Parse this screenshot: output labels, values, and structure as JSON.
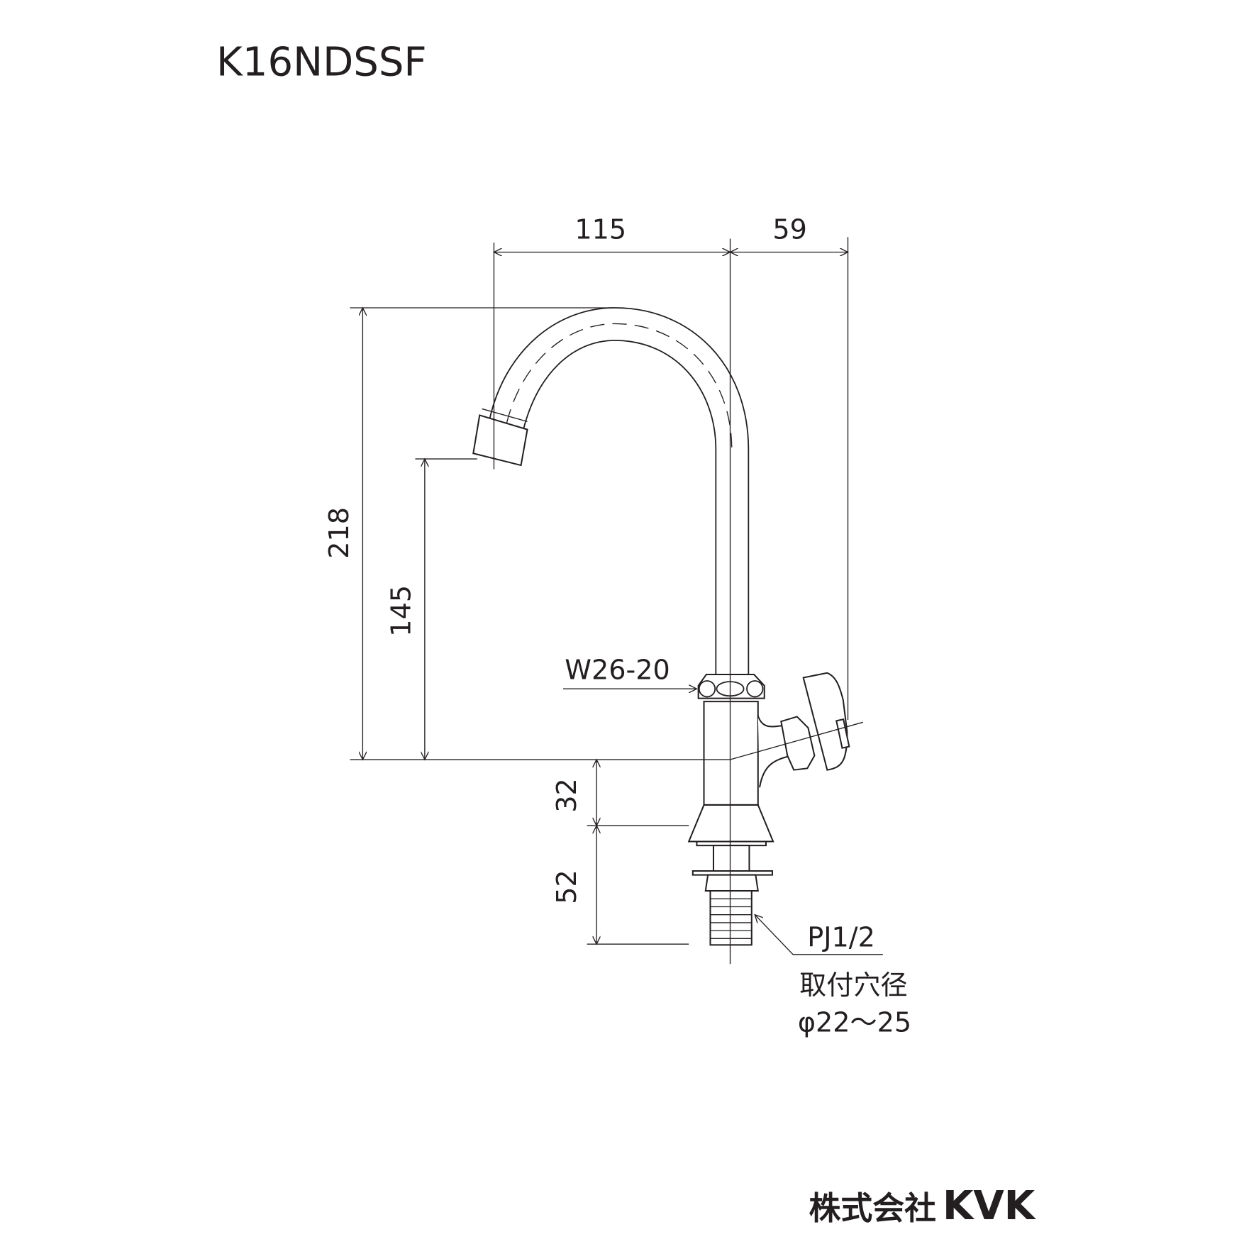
{
  "title": "K16NDSSF",
  "dimensions": {
    "spout_reach": "115",
    "handle_offset": "59",
    "total_height": "218",
    "spout_height": "145",
    "base_height": "32",
    "shank_length": "52"
  },
  "labels": {
    "nut_thread": "W26-20",
    "pipe_thread": "PJ1/2",
    "mount_hole_label": "取付穴径",
    "mount_hole_size": "φ22〜25"
  },
  "logo": {
    "company_jp": "株式会社",
    "brand": "KVK"
  }
}
